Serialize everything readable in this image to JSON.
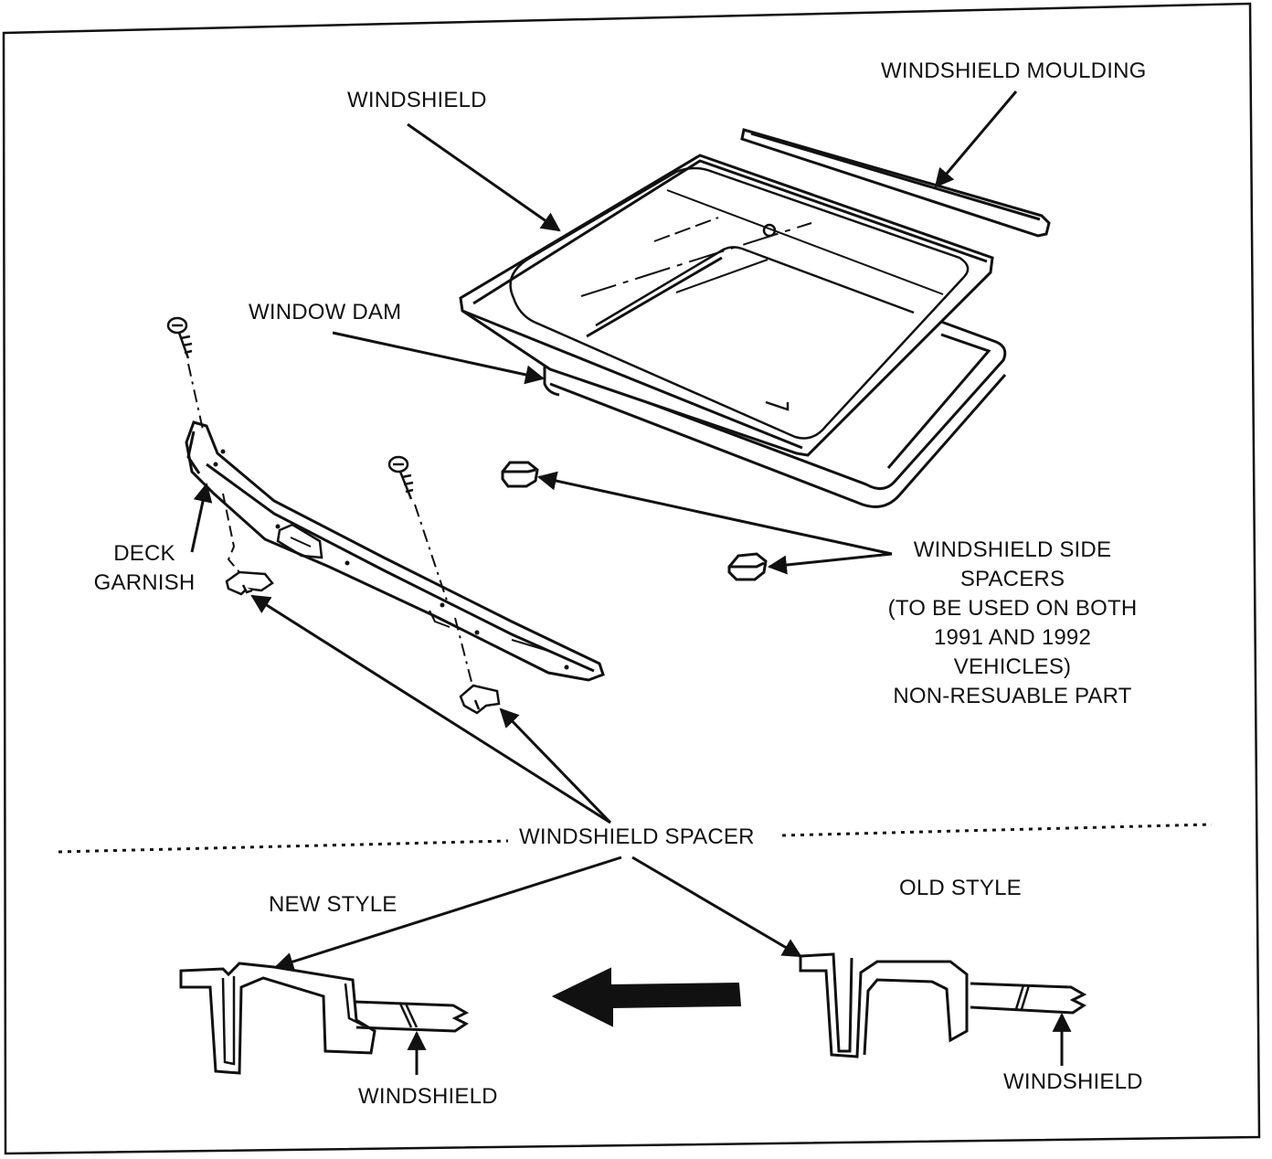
{
  "labels": {
    "windshield_moulding": "WINDSHIELD MOULDING",
    "windshield": "WINDSHIELD",
    "window_dam": "WINDOW DAM",
    "deck_garnish": "DECK\nGARNISH",
    "side_spacers": "WINDSHIELD SIDE\nSPACERS\n(TO BE USED ON BOTH\n1991 AND 1992\nVEHICLES)\nNON-RESUABLE PART",
    "windshield_spacer": "WINDSHIELD SPACER",
    "new_style": "NEW STYLE",
    "old_style": "OLD STYLE",
    "new_windshield": "WINDSHIELD",
    "old_windshield": "WINDSHIELD"
  },
  "colors": {
    "ink": "#111111",
    "paper": "#ffffff"
  }
}
